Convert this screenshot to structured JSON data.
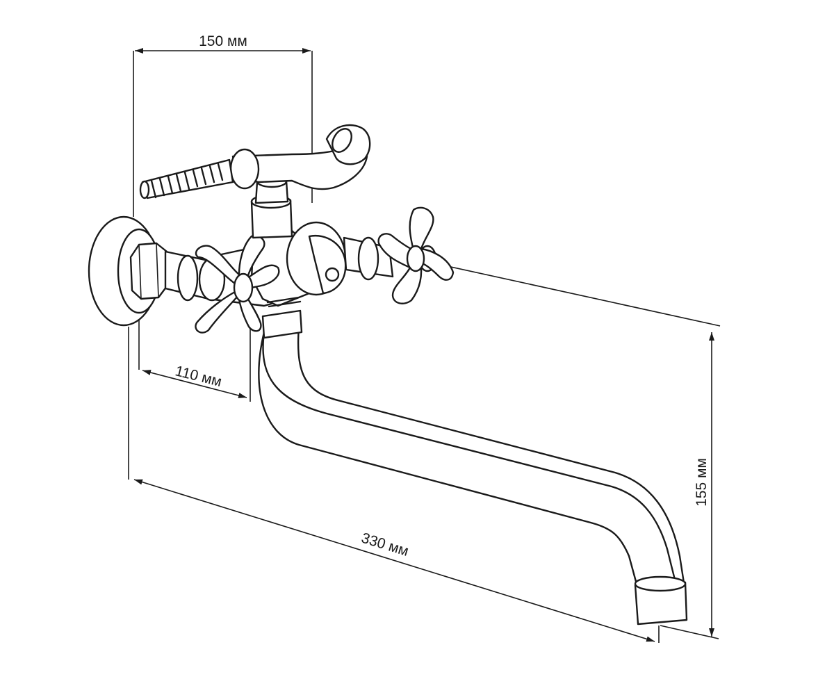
{
  "dimensions": {
    "top_width": "150 мм",
    "handle_offset": "110 мм",
    "spout_length": "330 мм",
    "spout_height": "155 мм"
  },
  "colors": {
    "line": "#1a1a1a",
    "background": "#ffffff"
  }
}
